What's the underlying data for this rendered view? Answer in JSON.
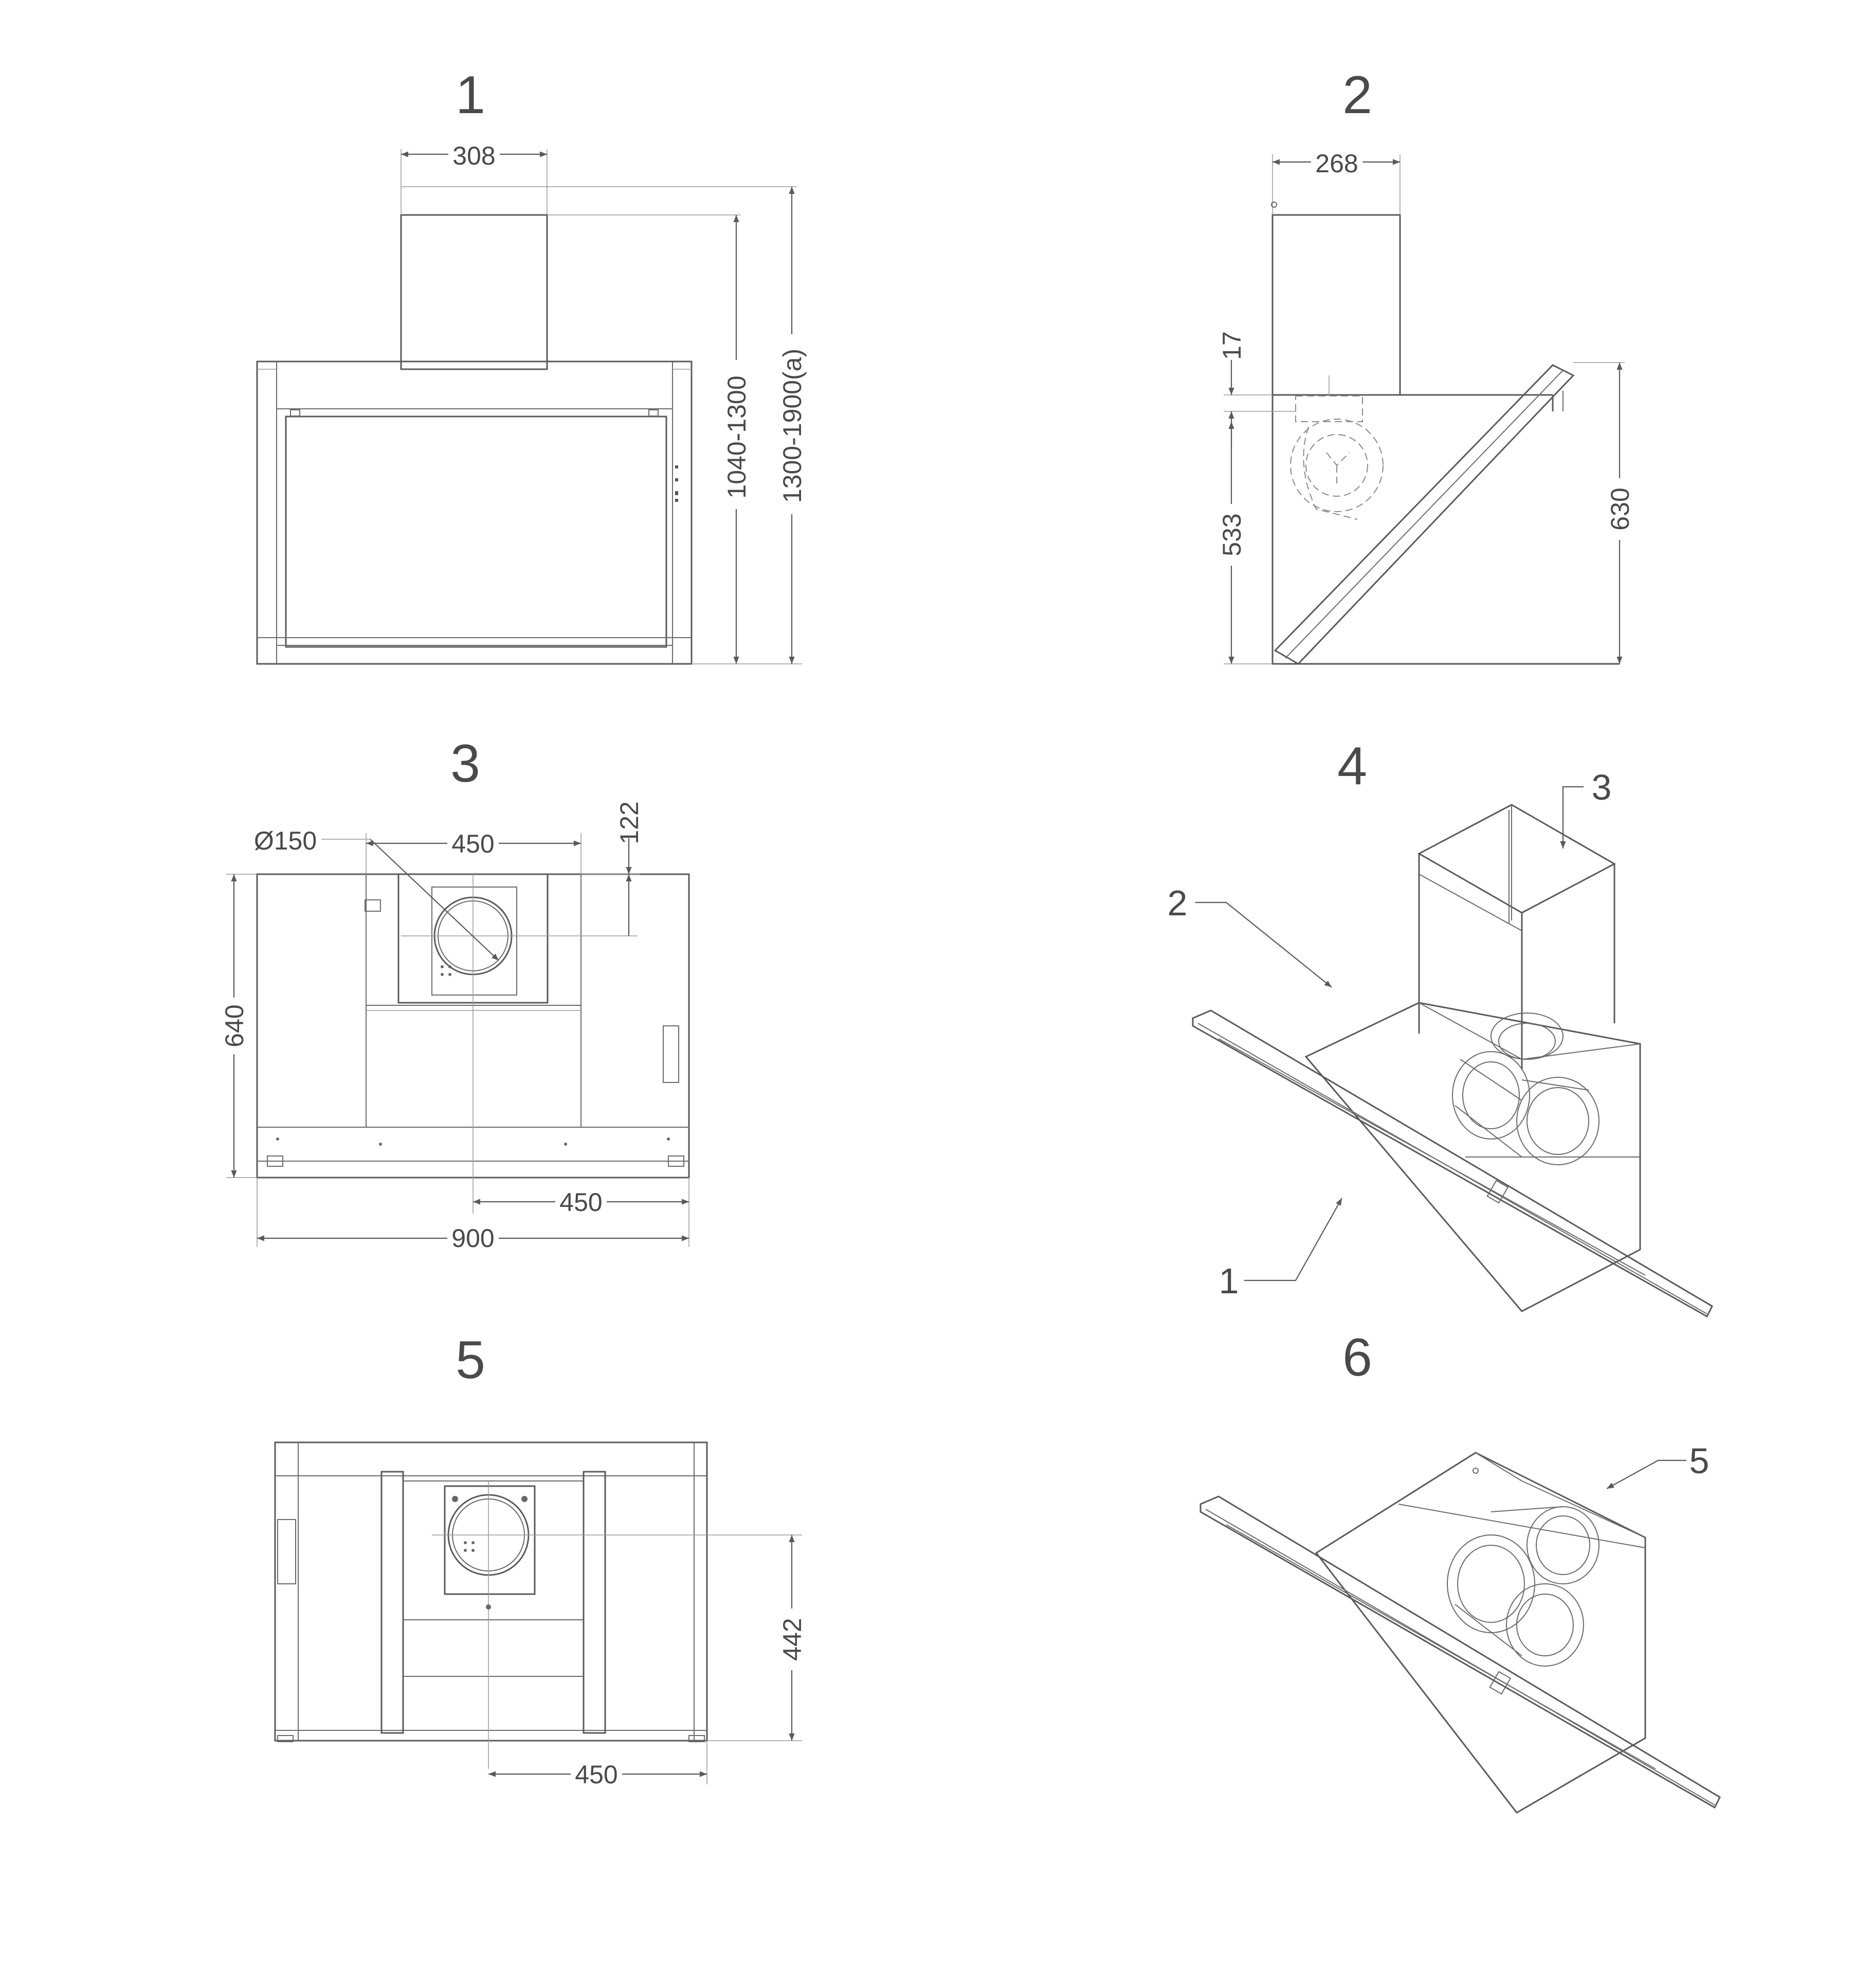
{
  "figures": [
    {
      "number": "1"
    },
    {
      "number": "2"
    },
    {
      "number": "3"
    },
    {
      "number": "4"
    },
    {
      "number": "5"
    },
    {
      "number": "6"
    }
  ],
  "dimensions": {
    "fig1": {
      "chimney_width": "308",
      "chimney_height": "1040-1300",
      "total_height": "1300-1900(a)"
    },
    "fig2": {
      "chimney_depth": "268",
      "gap": "17",
      "body_height": "533",
      "panel_height": "630"
    },
    "fig3": {
      "outlet_diameter": "Ø150",
      "bracket_width": "450",
      "outlet_offset": "122",
      "depth": "640",
      "half_width": "450",
      "total_width": "900"
    },
    "fig5": {
      "vertical_offset": "442",
      "half_width": "450"
    }
  },
  "callouts": {
    "fig4": [
      "1",
      "2",
      "3"
    ],
    "fig6": [
      "5"
    ]
  }
}
